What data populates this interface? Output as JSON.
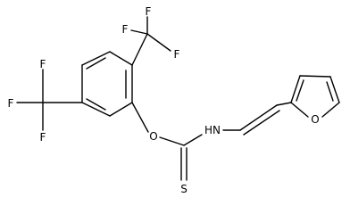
{
  "molecule": {
    "atoms": {
      "f1": "F",
      "f2": "F",
      "f3": "F",
      "f4": "F",
      "f5": "F",
      "f6": "F",
      "o_ether": "O",
      "s_thione": "S",
      "nh": "HN",
      "o_furan": "O"
    }
  }
}
